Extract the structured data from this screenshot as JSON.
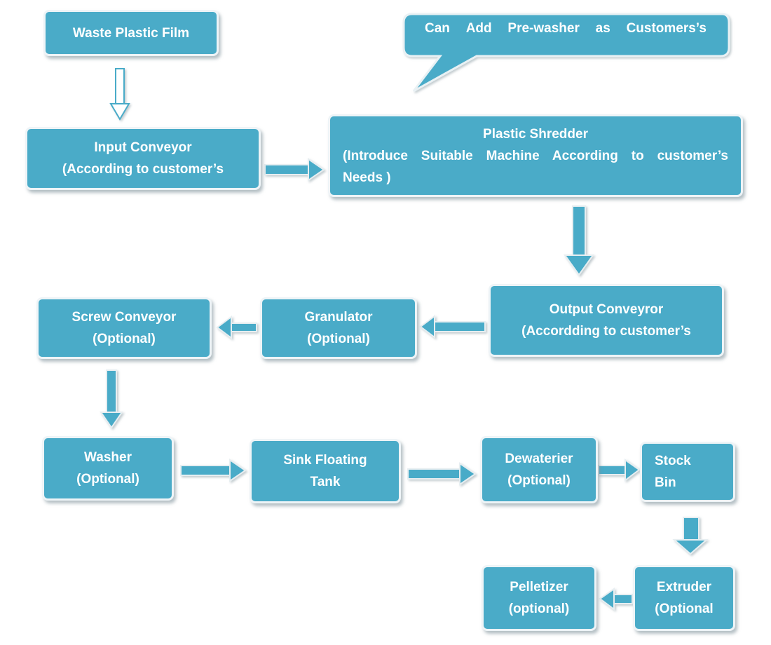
{
  "callout": {
    "text": [
      "Can",
      "Add",
      "Pre-washer",
      "as",
      "Customers’s"
    ]
  },
  "nodes": {
    "waste_film": [
      "Waste Plastic Film"
    ],
    "input_conveyor": [
      "Input Conveyor",
      "(According to customer’s"
    ],
    "shredder": [
      "Plastic Shredder",
      "(Introduce Suitable Machine According to customer’s",
      "Needs )"
    ],
    "output_conveyor": [
      "Output Conveyror",
      "(Accordding to customer’s"
    ],
    "granulator": [
      "Granulator",
      "(Optional)"
    ],
    "screw_conveyor": [
      "Screw Conveyor",
      "(Optional)"
    ],
    "washer": [
      "Washer",
      "(Optional)"
    ],
    "sink_tank": [
      "Sink Floating",
      "Tank"
    ],
    "dewaterer": [
      "Dewaterier",
      "(Optional)"
    ],
    "stock_bin": [
      "Stock",
      "Bin"
    ],
    "extruder": [
      "Extruder",
      "(Optional"
    ],
    "pelletizer": [
      "Pelletizer",
      "(optional)"
    ]
  },
  "colors": {
    "box_fill": "#4aabc8",
    "box_text": "#ffffff",
    "arrow_fill": "#4aabc8",
    "arrow_outline": "#dfe9ee"
  }
}
